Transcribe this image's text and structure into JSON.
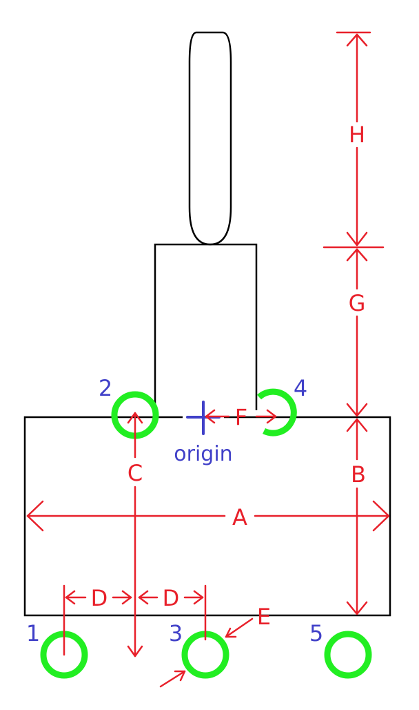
{
  "colors": {
    "outline": "#000000",
    "dimension": "#e8202a",
    "pad": "#22ee22",
    "label": "#4040c8",
    "background": "#ffffff"
  },
  "dimensions": {
    "A": "A",
    "B": "B",
    "C": "C",
    "D1": "D",
    "D2": "D",
    "E": "E",
    "F": "F",
    "G": "G",
    "H": "H"
  },
  "pins": {
    "p1": "1",
    "p2": "2",
    "p3": "3",
    "p4": "4",
    "p5": "5"
  },
  "origin": {
    "label": "origin"
  }
}
